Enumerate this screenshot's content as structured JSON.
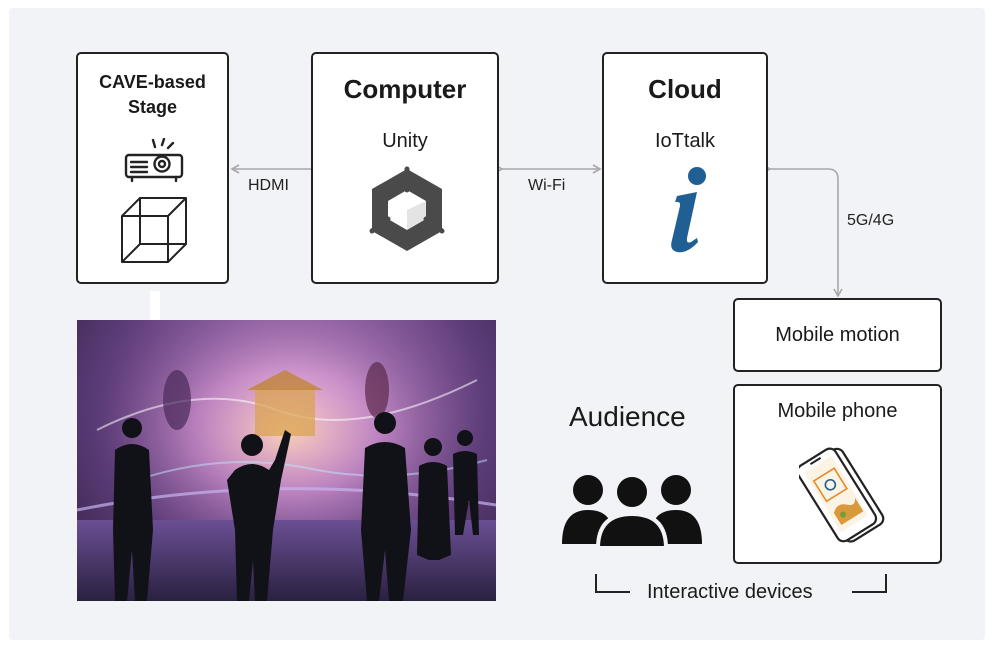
{
  "stage_box": {
    "title_line1": "CAVE-based",
    "title_line2": "Stage",
    "icons": [
      "projector-icon",
      "cube-icon"
    ]
  },
  "computer_box": {
    "title": "Computer",
    "subtitle": "Unity",
    "icon": "unity-logo-icon"
  },
  "cloud_box": {
    "title": "Cloud",
    "subtitle": "IoTtalk",
    "icon": "info-i-icon"
  },
  "connections": {
    "hdmi": "HDMI",
    "wifi": "Wi-Fi",
    "cellular": "5G/4G"
  },
  "mobile_motion": {
    "label": "Mobile motion"
  },
  "mobile_phone": {
    "label": "Mobile phone",
    "icon": "smartphone-icon"
  },
  "audience": {
    "label": "Audience",
    "icon": "audience-group-icon"
  },
  "interactive_devices": {
    "label": "Interactive devices"
  },
  "photo": {
    "icon": "cave-stage-photo"
  },
  "colors": {
    "accent_blue": "#1f5f93",
    "unity_gray": "#4a4a4a",
    "arrow_gray": "#a8a8a8",
    "border": "#222222"
  }
}
